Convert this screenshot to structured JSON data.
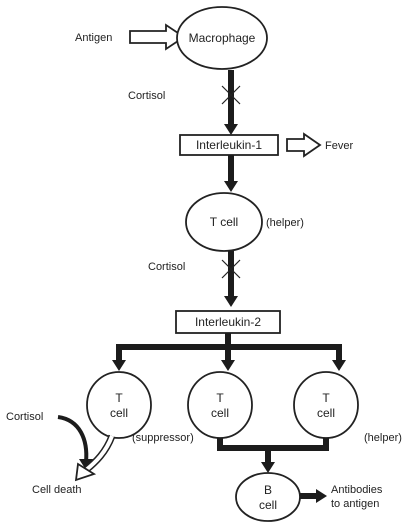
{
  "nodes": {
    "macrophage": "Macrophage",
    "interleukin1": "Interleukin-1",
    "t_cell_helper": "T cell",
    "interleukin2": "Interleukin-2",
    "t_cell_left": [
      "T",
      "cell"
    ],
    "t_cell_middle": [
      "T",
      "cell"
    ],
    "t_cell_right": [
      "T",
      "cell"
    ],
    "b_cell": [
      "B",
      "cell"
    ]
  },
  "labels": {
    "antigen": "Antigen",
    "cortisol_1": "Cortisol",
    "fever": "Fever",
    "helper_1": "(helper)",
    "cortisol_2": "Cortisol",
    "cortisol_3": "Cortisol",
    "suppressor": "(suppressor)",
    "helper_2": "(helper)",
    "cell_death": "Cell death",
    "antibodies": [
      "Antibodies",
      "to antigen"
    ]
  }
}
